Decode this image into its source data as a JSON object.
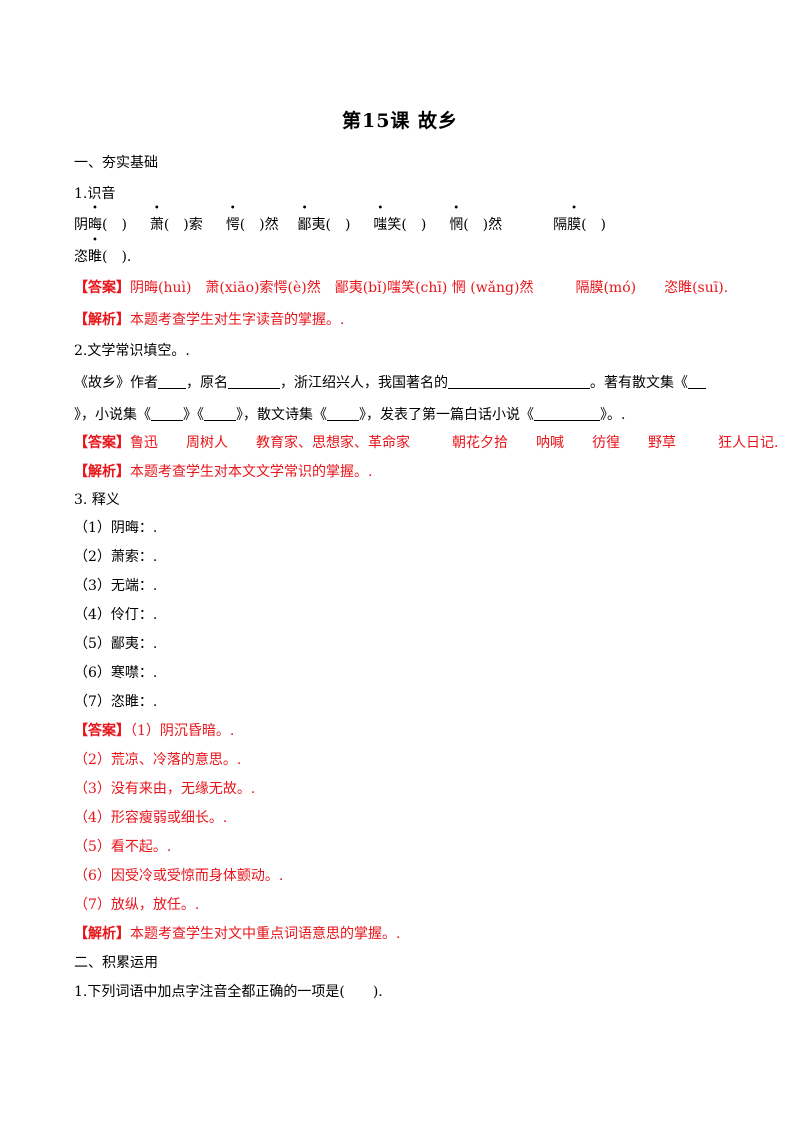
{
  "title": "第15课 故乡",
  "section1": "一、夯实基础",
  "q1": {
    "label": "1.识音",
    "row1": {
      "w1a": "阴",
      "w1b": "晦",
      "w1c": "(　)",
      "w2a": "萧",
      "w2b": "(　)索",
      "w3a": "愕",
      "w3b": "(　)然",
      "w4a": "鄙",
      "w4b": "夷(　)",
      "w5a": "嗤",
      "w5b": "笑(　)",
      "w6a": "惘",
      "w6b": "(　)然",
      "w7a": "隔",
      "w7b": "膜",
      "w7c": "(　)"
    },
    "row2": {
      "w8a": "恣",
      "w8b": "睢",
      "w8c": "(　)."
    },
    "answer_tag": "【答案】",
    "answer": "阴晦(huì)　萧(xiāo)索愕(è)然　鄙夷(bǐ)嗤笑(chī)  惘  (wǎng)然　　　隔膜(mó)　　恣睢(suī).",
    "analysis_tag": "【解析】",
    "analysis": "本题考查学生对生字读音的掌握。."
  },
  "q2": {
    "label": "2.文学常识填空。.",
    "line1": {
      "a": "《故乡》作者",
      "b": "，原名",
      "c": "，浙江绍兴人，我国著名的",
      "d": "。著有散文集《"
    },
    "line2": {
      "a": "》，小说集《",
      "b": "》《",
      "c": "》，散文诗集《",
      "d": "》，发表了第一篇白话小说《",
      "e": "》。."
    },
    "answer_tag": "【答案】",
    "answer": "鲁迅　　周树人　　教育家、思想家、革命家　　　朝花夕拾　　呐喊　　彷徨　　野草　　　狂人日记.",
    "analysis_tag": "【解析】",
    "analysis": "本题考查学生对本文文学常识的掌握。."
  },
  "q3": {
    "label": "3. 释义",
    "items": [
      "（1）阴晦：.",
      "（2）萧索：.",
      "（3）无端：.",
      "（4）伶仃：.",
      "（5）鄙夷：.",
      "（6）寒噤：.",
      "（7）恣睢：."
    ],
    "answer_tag": "【答案】",
    "answers": [
      "（1）阴沉昏暗。.",
      "（2）荒凉、冷落的意思。.",
      "（3）没有来由，无缘无故。.",
      "（4）形容瘦弱或细长。.",
      "（5）看不起。.",
      "（6）因受冷或受惊而身体颤动。.",
      "（7）放纵，放任。."
    ],
    "analysis_tag": "【解析】",
    "analysis": "本题考查学生对文中重点词语意思的掌握。."
  },
  "section2": "二、积累运用",
  "q4": {
    "label": "1.下列词语中加点字注音全都正确的一项是(　　)."
  },
  "colors": {
    "accent_red": "#e8151b",
    "text": "#000000"
  }
}
